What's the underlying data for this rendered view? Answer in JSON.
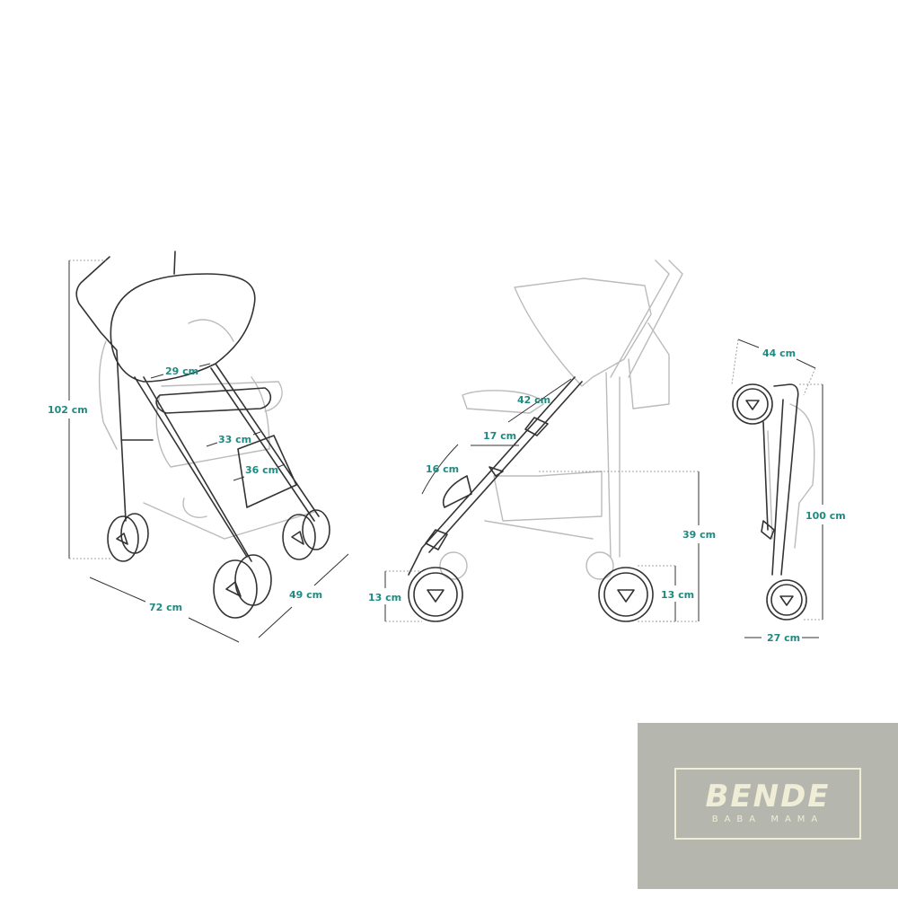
{
  "colors": {
    "label": "#1e8a80",
    "logo_bg": "#b5b7af",
    "logo_fg": "#efedd6"
  },
  "front_view": {
    "height": "102 cm",
    "backrest_width": "29 cm",
    "seat_width": "33 cm",
    "seat_depth": "36 cm",
    "length": "72 cm",
    "width": "49 cm"
  },
  "side_view": {
    "backrest_height": "42 cm",
    "seat_length": "17 cm",
    "footrest": "16 cm",
    "front_wheel": "13 cm",
    "rear_wheel": "13 cm",
    "seat_height": "39 cm"
  },
  "folded_view": {
    "length": "44 cm",
    "height": "100 cm",
    "width": "27 cm"
  },
  "logo": {
    "brand": "BENDE",
    "tagline": "BABA MAMA"
  }
}
